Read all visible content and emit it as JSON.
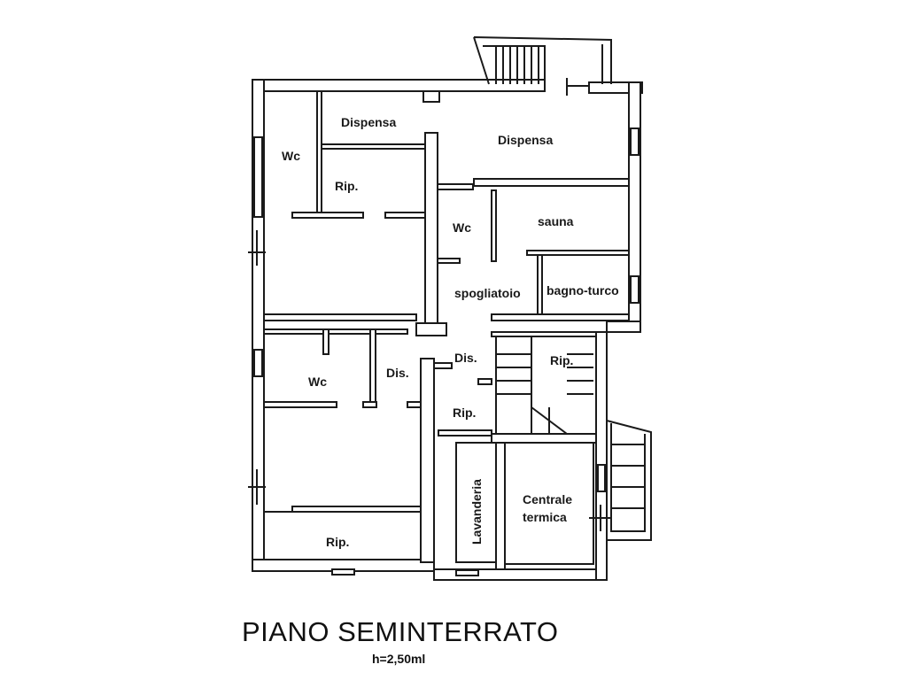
{
  "plan": {
    "title": "PIANO SEMINTERRATO",
    "height_note": "h=2,50ml",
    "rooms": {
      "dispensa_1": "Dispensa",
      "dispensa_2": "Dispensa",
      "wc_1": "Wc",
      "rip_1": "Rip.",
      "wc_2": "Wc",
      "sauna": "sauna",
      "spogliatoio": "spogliatoio",
      "bagno_turco": "bagno-turco",
      "wc_3": "Wc",
      "dis_1": "Dis.",
      "dis_2": "Dis.",
      "rip_2": "Rip.",
      "rip_3": "Rip.",
      "rip_4": "Rip.",
      "lavanderia": "Lavanderia",
      "centrale": "Centrale",
      "termica": "termica"
    }
  }
}
